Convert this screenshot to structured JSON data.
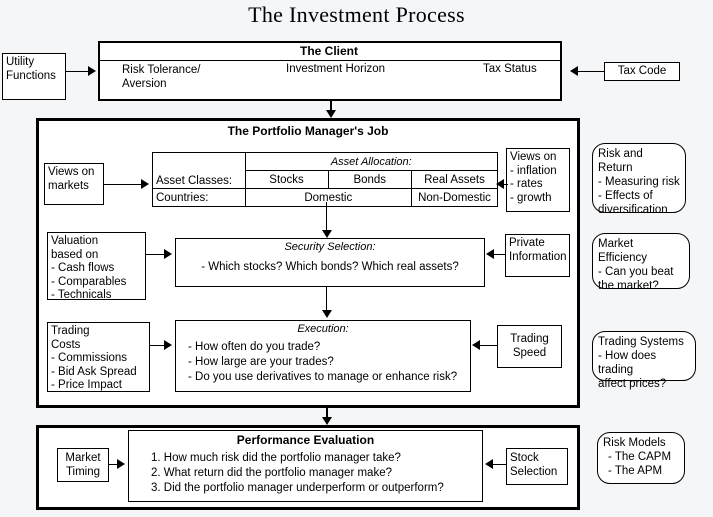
{
  "title": "The Investment Process",
  "client": {
    "header": "The Client",
    "col1": "Risk Tolerance/",
    "col1b": "Aversion",
    "col2": "Investment Horizon",
    "col3": "Tax Status",
    "left_input": {
      "line1": "Utility",
      "line2": "Functions"
    },
    "right_input": {
      "line1": "Tax Code"
    }
  },
  "pm": {
    "header": "The Portfolio Manager's Job",
    "asset_allocation": {
      "section_label": "Asset Allocation:",
      "row1_label": "Asset Classes:",
      "row1": [
        "Stocks",
        "Bonds",
        "Real Assets"
      ],
      "row2_label": "Countries:",
      "row2": [
        "Domestic",
        "Non-Domestic"
      ],
      "left_input": {
        "line1": "Views on",
        "line2": "markets"
      },
      "right_input": {
        "line1": "Views on",
        "line2": "- inflation",
        "line3": "- rates",
        "line4": "- growth"
      }
    },
    "security_selection": {
      "section_label": "Security Selection:",
      "body": "- Which stocks? Which bonds? Which real assets?",
      "left_input": {
        "line1": "Valuation",
        "line2": "based on",
        "line3": "- Cash flows",
        "line4": "- Comparables",
        "line5": "- Technicals"
      },
      "right_input": {
        "line1": "Private",
        "line2": "Information"
      }
    },
    "execution": {
      "section_label": "Execution:",
      "bullets": [
        "- How often do you trade?",
        "- How large are your trades?",
        "- Do you use derivatives to manage or enhance risk?"
      ],
      "left_input": {
        "line1": "Trading",
        "line2": "Costs",
        "line3": "- Commissions",
        "line4": "- Bid Ask Spread",
        "line5": "- Price Impact"
      },
      "right_input": {
        "line1": "Trading",
        "line2": "Speed"
      }
    }
  },
  "performance": {
    "header": "Performance Evaluation",
    "items": [
      "1. How much risk did the portfolio manager take?",
      "2. What return did the portfolio manager make?",
      "3. Did the portfolio manager underperform or outperform?"
    ],
    "left_input": {
      "line1": "Market",
      "line2": "Timing"
    },
    "right_input": {
      "line1": "Stock",
      "line2": "Selection"
    }
  },
  "callouts": [
    {
      "title": "Risk and Return",
      "lines": [
        "- Measuring risk",
        "- Effects of",
        "diversification"
      ]
    },
    {
      "title": "Market Efficiency",
      "lines": [
        "- Can you beat",
        "the market?"
      ]
    },
    {
      "title": "Trading Systems",
      "lines": [
        "- How does trading",
        "affect prices?"
      ]
    },
    {
      "title": "Risk Models",
      "lines": [
        "- The CAPM",
        "- The APM"
      ]
    }
  ],
  "colors": {
    "background": "#f4f6f8",
    "ink": "#000000",
    "box_fill": "#ffffff"
  }
}
